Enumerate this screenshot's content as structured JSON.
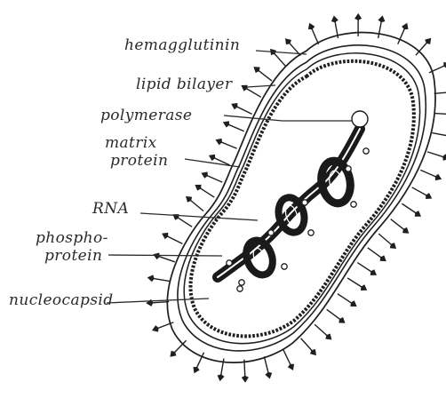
{
  "diagram": {
    "labels": {
      "hemagglutinin": "hemagglutinin",
      "lipid_bilayer": "lipid bilayer",
      "polymerase": "polymerase",
      "matrix_line1": "matrix",
      "matrix_line2": "protein",
      "rna": "RNA",
      "phospho_line1": "phospho-",
      "phospho_line2": "protein",
      "nucleocapsid": "nucleocapsid"
    },
    "colors": {
      "ink": "#1f1f1f",
      "paper": "#ffffff"
    }
  }
}
